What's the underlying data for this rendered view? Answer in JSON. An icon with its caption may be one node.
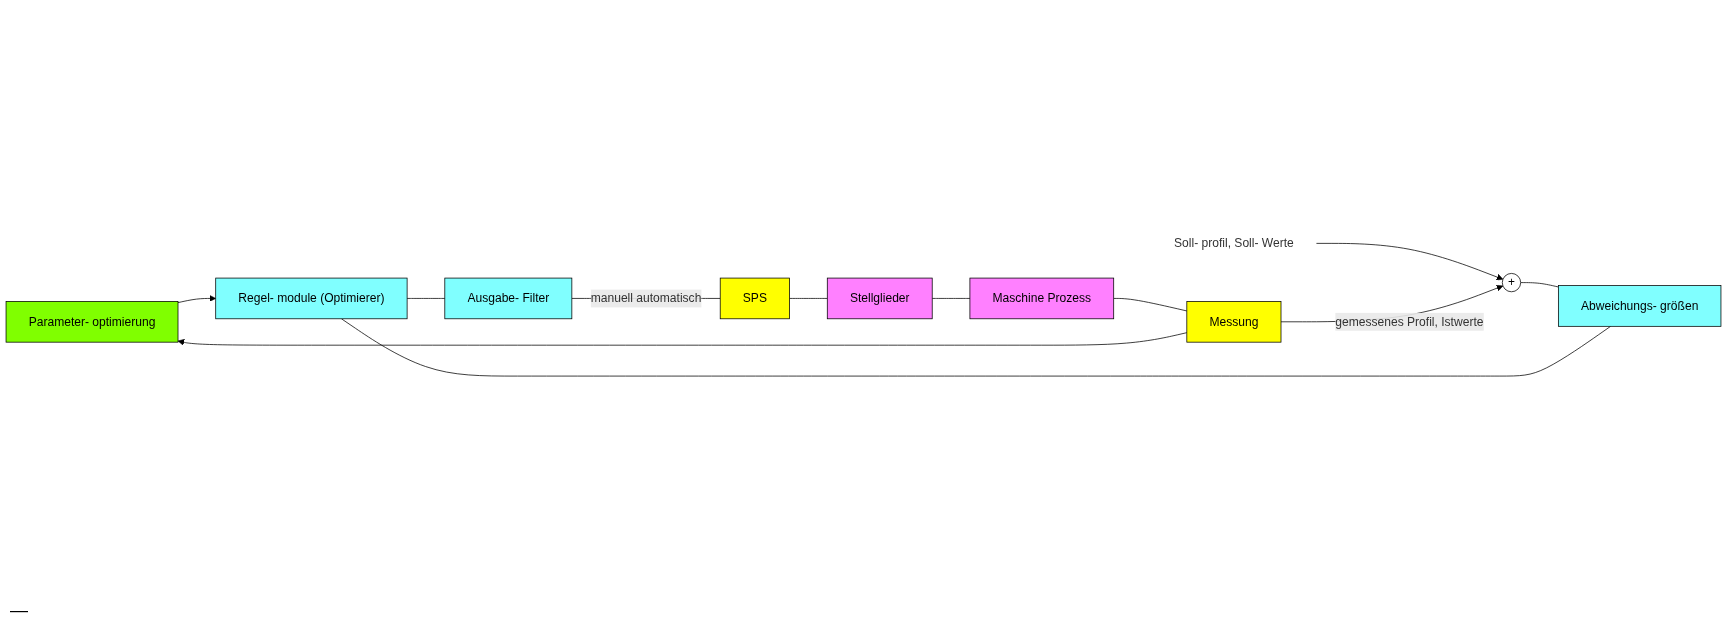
{
  "diagram": {
    "nodes": [
      {
        "text": [
          "Parameter- optimierung"
        ]
      },
      {
        "text": [
          "Soll- profil, Soll- Werte"
        ]
      },
      {
        "text": [
          "+"
        ]
      },
      {
        "text": [
          "Abweichungs- größen"
        ]
      },
      {
        "text": [
          "Regel- module (Optimierer)"
        ]
      },
      {
        "text": [
          "Ausgabe- Filter"
        ]
      },
      {
        "text": [
          "SPS"
        ]
      },
      {
        "text": [
          "Stellglieder"
        ]
      },
      {
        "text": [
          "Maschine Prozess"
        ]
      },
      {
        "text": [
          "Messung"
        ]
      }
    ],
    "edges": [
      {
        "from": 1,
        "to": 2,
        "arrow": "to"
      },
      {
        "from": 2,
        "to": 3,
        "arrow": "none"
      },
      {
        "from": 3,
        "to": 4,
        "arrow": "none"
      },
      {
        "from": 4,
        "to": 5,
        "arrow": "none"
      },
      {
        "from": 5,
        "to": 6,
        "arrow": "none",
        "label": "manuell automatisch"
      },
      {
        "from": 6,
        "to": 7,
        "arrow": "none"
      },
      {
        "from": 7,
        "to": 8,
        "arrow": "none"
      },
      {
        "from": 8,
        "to": 9,
        "arrow": "none"
      },
      {
        "from": 9,
        "to": 0,
        "arrow": "to"
      },
      {
        "from": 9,
        "to": 2,
        "arrow": "to",
        "label": "gemessenes Profil, Istwerte"
      },
      {
        "from": 0,
        "to": 4,
        "arrow": "to"
      }
    ],
    "labels": [
      "—"
    ]
  }
}
